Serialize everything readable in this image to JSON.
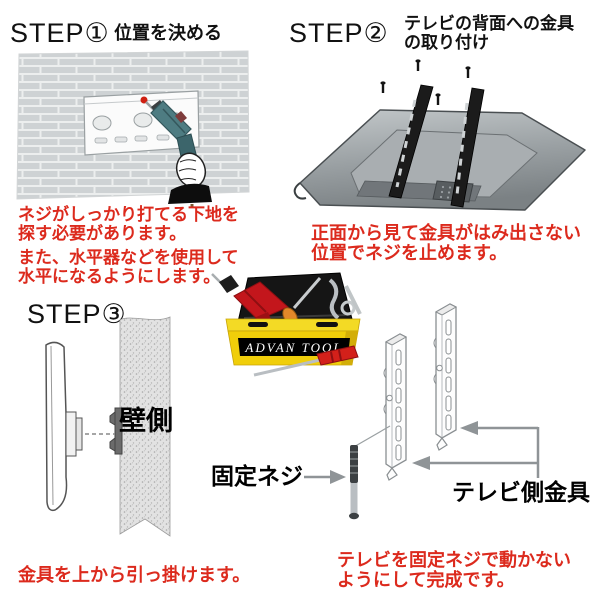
{
  "colors": {
    "note_red": "#dc2a1d",
    "heading_black": "#111111",
    "toolbox_yellow": "#f0ce0a",
    "drill_teal": "#4e7c82",
    "arrow_gray": "#8f9497"
  },
  "steps": {
    "step1": {
      "heading": "STEP①",
      "title": "位置を決める",
      "note_lines": [
        "ネジがしっかり打てる下地を",
        "探す必要があります。",
        "また、水平器などを使用して",
        "水平になるようにします。"
      ]
    },
    "step2": {
      "heading": "STEP②",
      "title_lines": [
        "テレビの背面への金具",
        "の取り付け"
      ],
      "note_lines": [
        "正面から見て金具がはみ出さない",
        "位置でネジを止めます。"
      ]
    },
    "step3": {
      "heading": "STEP③",
      "wall_label": "壁側",
      "screw_label": "固定ネジ",
      "bracket_label": "テレビ側金具",
      "note_left": "金具を上から引っ掛けます。",
      "note_right_lines": [
        "テレビを固定ネジで動かない",
        "ようにして完成です。"
      ]
    }
  },
  "toolbox": {
    "brand": "ADVAN  TOOL"
  }
}
